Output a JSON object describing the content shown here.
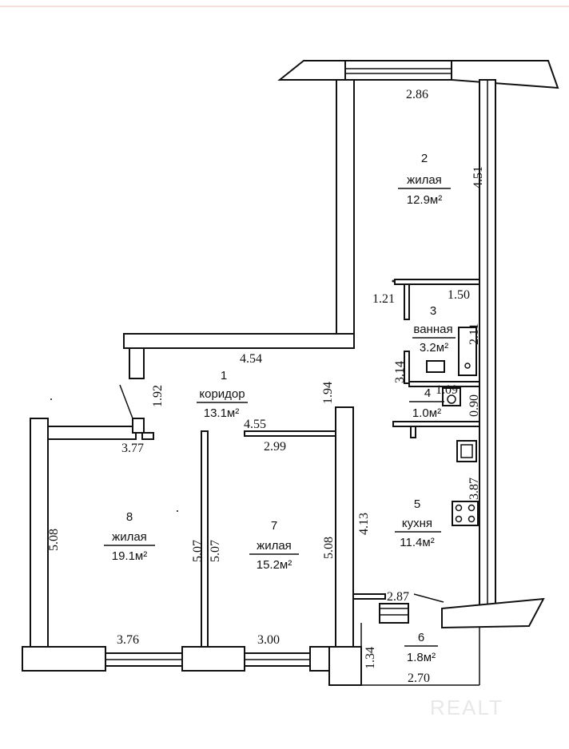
{
  "rooms": [
    {
      "id": "r1",
      "number": "1",
      "name": "коридор",
      "area": "13.1м²"
    },
    {
      "id": "r2",
      "number": "2",
      "name": "жилая",
      "area": "12.9м²"
    },
    {
      "id": "r3",
      "number": "3",
      "name": "ванная",
      "area": "3.2м²"
    },
    {
      "id": "r4",
      "number": "4",
      "name": "",
      "area": "1.0м²"
    },
    {
      "id": "r5",
      "number": "5",
      "name": "кухня",
      "area": "11.4м²"
    },
    {
      "id": "r6",
      "number": "6",
      "name": "",
      "area": "1.8м²"
    },
    {
      "id": "r7",
      "number": "7",
      "name": "жилая",
      "area": "15.2м²"
    },
    {
      "id": "r8",
      "number": "8",
      "name": "жилая",
      "area": "19.1м²"
    }
  ],
  "dimensions": {
    "d_2_86": "2.86",
    "d_4_51": "4.51",
    "d_1_21": "1.21",
    "d_1_50": "1.50",
    "d_2_11": "2.11",
    "d_3_14": "3.14",
    "d_1_09": "1.09",
    "d_0_90": "0.90",
    "d_4_54": "4.54",
    "d_1_92": "1.92",
    "d_1_94": "1.94",
    "d_4_55": "4.55",
    "d_2_99": "2.99",
    "d_3_77": "3.77",
    "d_3_87": "3.87",
    "d_4_13": "4.13",
    "d_5_08_left": "5.08",
    "d_5_07_a": "5.07",
    "d_5_07_b": "5.07",
    "d_5_08_mid": "5.08",
    "d_2_87": "2.87",
    "d_3_76": "3.76",
    "d_3_00": "3.00",
    "d_1_34": "1.34",
    "d_2_70": "2.70"
  },
  "watermark": "REALT"
}
